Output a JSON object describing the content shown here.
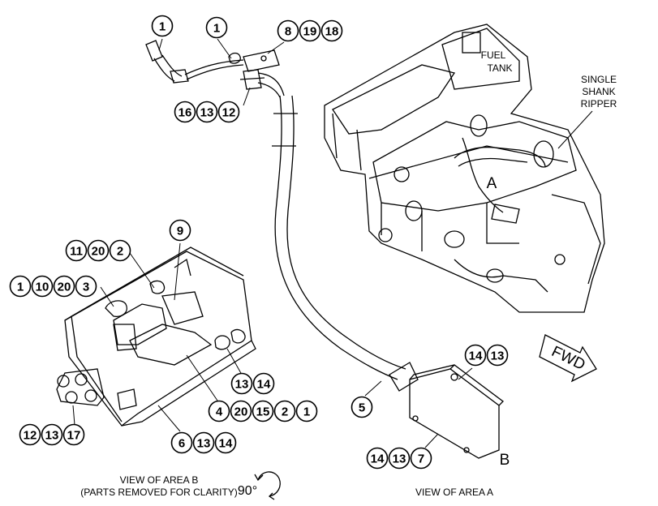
{
  "labels": {
    "fuel_tank": [
      "FUEL",
      "TANK"
    ],
    "ripper": [
      "SINGLE",
      "SHANK",
      "RIPPER"
    ],
    "area_a_letter": "A",
    "area_b_letter": "B",
    "fwd": "FWD",
    "rotation": "90°",
    "view_b": [
      "VIEW OF AREA B",
      "(PARTS REMOVED FOR CLARITY)"
    ],
    "view_a": "VIEW OF AREA A"
  },
  "callout_groups": [
    {
      "name": "callout-group-top-1",
      "items": [
        "1"
      ]
    },
    {
      "name": "callout-group-top-1b",
      "items": [
        "1"
      ]
    },
    {
      "name": "callout-group-8-19-18",
      "items": [
        "8",
        "19",
        "18"
      ]
    },
    {
      "name": "callout-group-16-13-12",
      "items": [
        "16",
        "13",
        "12"
      ]
    },
    {
      "name": "callout-group-9",
      "items": [
        "9"
      ]
    },
    {
      "name": "callout-group-11-20-2",
      "items": [
        "11",
        "20",
        "2"
      ]
    },
    {
      "name": "callout-group-1-10-20-3",
      "items": [
        "1",
        "10",
        "20",
        "3"
      ]
    },
    {
      "name": "callout-group-13-14",
      "items": [
        "13",
        "14"
      ]
    },
    {
      "name": "callout-group-4-20-15-2-1",
      "items": [
        "4",
        "20",
        "15",
        "2",
        "1"
      ]
    },
    {
      "name": "callout-group-12-13-17",
      "items": [
        "12",
        "13",
        "17"
      ]
    },
    {
      "name": "callout-group-6-13-14",
      "items": [
        "6",
        "13",
        "14"
      ]
    },
    {
      "name": "callout-group-5",
      "items": [
        "5"
      ]
    },
    {
      "name": "callout-group-14-13",
      "items": [
        "14",
        "13"
      ]
    },
    {
      "name": "callout-group-14-13-7",
      "items": [
        "14",
        "13",
        "7"
      ]
    }
  ]
}
